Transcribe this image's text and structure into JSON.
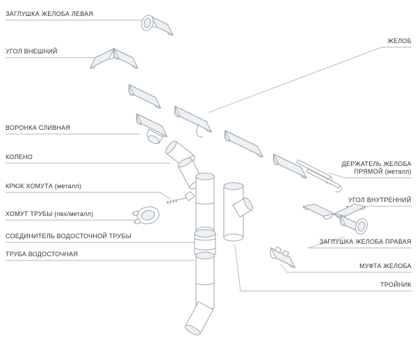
{
  "diagram": {
    "background": "#ffffff",
    "line_color": "#9aa3ad",
    "leader_color": "#adb4bc",
    "text_color": "#2e3338",
    "labels_left": [
      {
        "id": "gutter-end-cap-left",
        "text": "ЗАГЛУШКА ЖЕЛОБА ЛЕВАЯ"
      },
      {
        "id": "outer-corner",
        "text": "УГОЛ ВНЕШНИЙ"
      },
      {
        "id": "drain-funnel",
        "text": "ВОРОНКА СЛИВНАЯ"
      },
      {
        "id": "elbow",
        "text": "КОЛЕНО"
      },
      {
        "id": "clamp-hook",
        "text": "КРЮК ХОМУТА (металл)"
      },
      {
        "id": "pipe-clamp",
        "text": "ХОМУТ ТРУБЫ (пвх/металл)"
      },
      {
        "id": "downpipe-connector",
        "text": "СОЕДИНИТЕЛЬ ВОДОСТОЧНОЙ ТРУБЫ"
      },
      {
        "id": "downpipe",
        "text": "ТРУБА ВОДОСТОЧНАЯ"
      }
    ],
    "labels_right": [
      {
        "id": "gutter",
        "text": "ЖЕЛОБ"
      },
      {
        "id": "gutter-holder-straight",
        "text": "ДЕРЖАТЕЛЬ ЖЕЛОБА ПРЯМОЙ (металл)"
      },
      {
        "id": "inner-corner",
        "text": "УГОЛ ВНУТРЕННИЙ"
      },
      {
        "id": "gutter-end-cap-right",
        "text": "ЗАГЛУШКА ЖЕЛОБА ПРАВАЯ"
      },
      {
        "id": "gutter-coupling",
        "text": "МУФТА ЖЕЛОБА"
      },
      {
        "id": "tee",
        "text": "ТРОЙНИК"
      }
    ]
  }
}
